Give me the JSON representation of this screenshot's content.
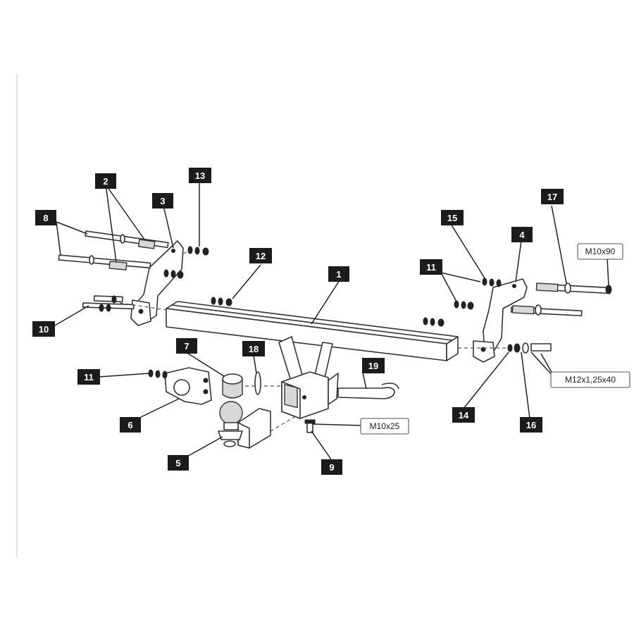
{
  "callouts": {
    "c1": "1",
    "c2": "2",
    "c3": "3",
    "c4": "4",
    "c5": "5",
    "c6": "6",
    "c7": "7",
    "c8": "8",
    "c9": "9",
    "c10": "10",
    "c11a": "11",
    "c11b": "11",
    "c12": "12",
    "c13": "13",
    "c14": "14",
    "c15": "15",
    "c16": "16",
    "c17": "17",
    "c18": "18",
    "c19": "19"
  },
  "specs": {
    "s_m10x90": "M10x90",
    "s_m12": "M12x1,25x40",
    "s_m10x25": "M10x25"
  }
}
